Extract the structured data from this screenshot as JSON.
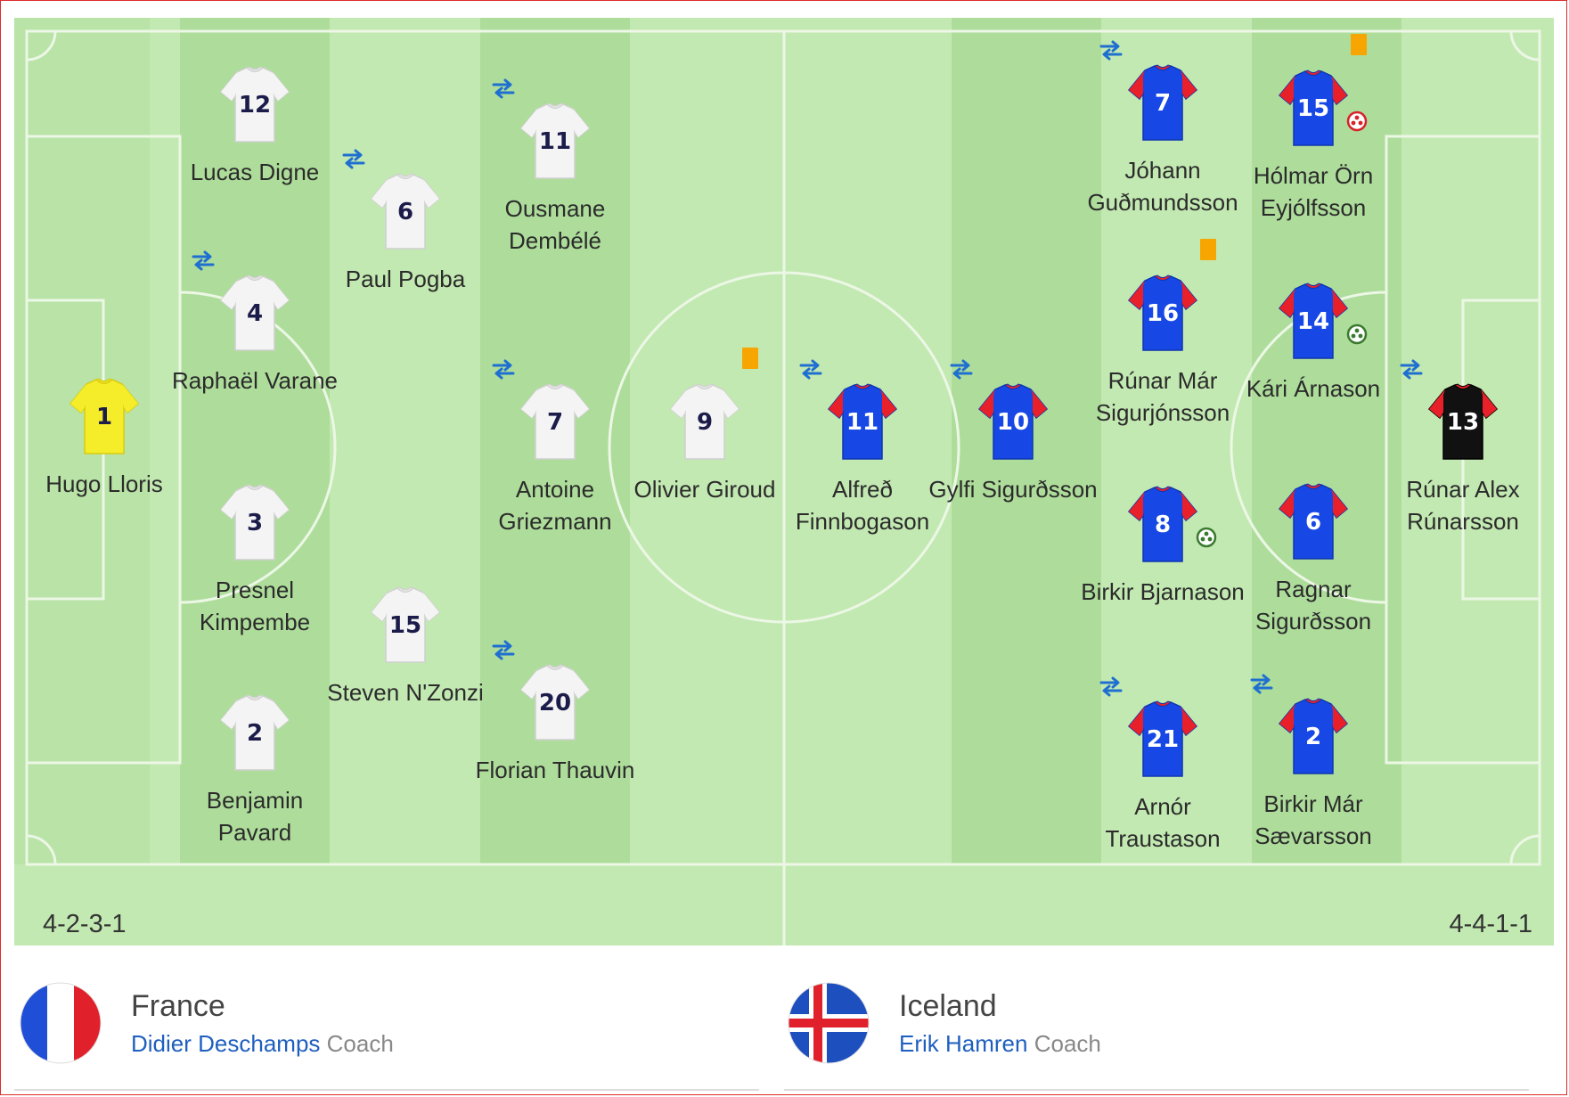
{
  "colors": {
    "pitch_light": "#c3e9b2",
    "pitch_dark": "#aedd9b",
    "line": "#ecf7e6",
    "france_shirt": "#f4f4f4",
    "france_keeper": "#f5ec2a",
    "iceland_body": "#1748e5",
    "iceland_sleeve": "#e8202a",
    "iceland_keeper": "#111111",
    "sub_arrow": "#1f6fd1",
    "yellow_card": "#f7a500",
    "goal_green": "#3a7a2e",
    "own_goal_red": "#d6232a",
    "coach_link": "#1f5fbf"
  },
  "home": {
    "formation": "4-2-3-1",
    "team": "France",
    "coach_name": "Didier Deschamps",
    "coach_label": "Coach",
    "players": [
      {
        "num": "1",
        "name": "Hugo Lloris",
        "keeper": true
      },
      {
        "num": "12",
        "name": "Lucas Digne"
      },
      {
        "num": "4",
        "name": "Raphaël Varane",
        "sub": true
      },
      {
        "num": "3",
        "name": "Presnel Kimpembe"
      },
      {
        "num": "2",
        "name": "Benjamin Pavard"
      },
      {
        "num": "6",
        "name": "Paul Pogba",
        "sub": true
      },
      {
        "num": "15",
        "name": "Steven N'Zonzi"
      },
      {
        "num": "11",
        "name": "Ousmane Dembélé",
        "sub": true
      },
      {
        "num": "7",
        "name": "Antoine Griezmann",
        "sub": true
      },
      {
        "num": "20",
        "name": "Florian Thauvin",
        "sub": true
      },
      {
        "num": "9",
        "name": "Olivier Giroud",
        "card": "yellow"
      }
    ]
  },
  "away": {
    "formation": "4-4-1-1",
    "team": "Iceland",
    "coach_name": "Erik Hamren",
    "coach_label": "Coach",
    "players": [
      {
        "num": "13",
        "name": "Rúnar Alex Rúnarsson",
        "keeper": true,
        "sub": true
      },
      {
        "num": "15",
        "name": "Hólmar Örn Eyjólfsson",
        "card": "yellow",
        "own_goal": true
      },
      {
        "num": "14",
        "name": "Kári Árnason",
        "goal": true
      },
      {
        "num": "6",
        "name": "Ragnar Sigurðsson"
      },
      {
        "num": "2",
        "name": "Birkir Már Sævarsson",
        "sub": true
      },
      {
        "num": "7",
        "name": "Jóhann Guðmundsson",
        "sub": true
      },
      {
        "num": "16",
        "name": "Rúnar Már Sigurjónsson",
        "card": "yellow"
      },
      {
        "num": "8",
        "name": "Birkir Bjarnason",
        "goal": true
      },
      {
        "num": "21",
        "name": "Arnór Traustason",
        "sub": true
      },
      {
        "num": "10",
        "name": "Gylfi Sigurðsson",
        "sub": true
      },
      {
        "num": "11",
        "name": "Alfreð Finnbogason",
        "sub": true
      }
    ]
  }
}
